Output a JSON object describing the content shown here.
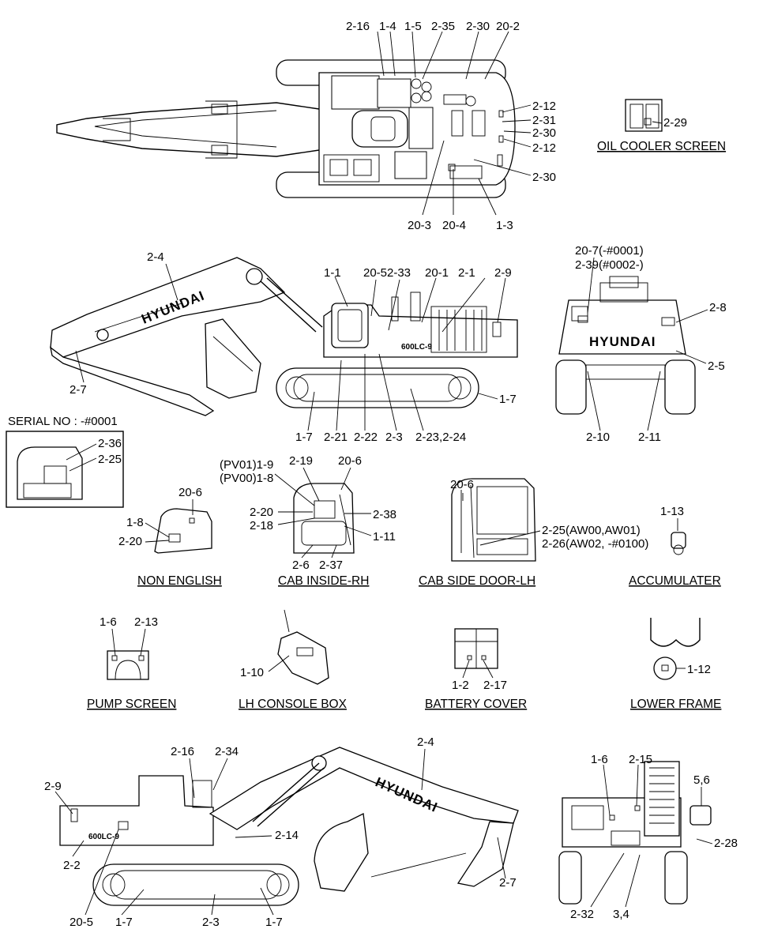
{
  "brand": "HYUNDAI",
  "model_badge": "600LC-9",
  "serial_box_title": "SERIAL NO : -#0001",
  "captions": {
    "oil_cooler": "OIL COOLER SCREEN",
    "non_english": "NON ENGLISH",
    "cab_inside": "CAB INSIDE-RH",
    "cab_door": "CAB SIDE DOOR-LH",
    "accumulator": "ACCUMULATER",
    "pump_screen": "PUMP SCREEN",
    "lh_console": "LH CONSOLE BOX",
    "battery_cover": "BATTERY COVER",
    "lower_frame": "LOWER FRAME"
  },
  "callouts": {
    "top": [
      "2-16",
      "1-4",
      "1-5",
      "2-35",
      "2-30",
      "20-2",
      "2-12",
      "2-31",
      "2-30",
      "2-12",
      "2-30",
      "20-3",
      "20-4",
      "1-3"
    ],
    "oil_cooler": [
      "2-29"
    ],
    "side_rh": [
      "2-4",
      "1-1",
      "20-5",
      "2-33",
      "20-1",
      "2-1",
      "2-9",
      "2-7",
      "1-7",
      "1-7",
      "2-21",
      "2-22",
      "2-3",
      "2-23,2-24"
    ],
    "rear": [
      "20-7(-#0001)",
      "2-39(#0002-)",
      "2-8",
      "2-5",
      "2-10",
      "2-11"
    ],
    "serial": [
      "2-36",
      "2-25"
    ],
    "non_english": [
      "20-6",
      "1-8",
      "2-20"
    ],
    "cab_inside": [
      "(PV01)1-9",
      "(PV00)1-8",
      "2-19",
      "20-6",
      "2-20",
      "2-18",
      "2-38",
      "1-11",
      "2-6",
      "2-37"
    ],
    "cab_door": [
      "20-6",
      "2-25(AW00,AW01)",
      "2-26(AW02, -#0100)"
    ],
    "accumulator": [
      "1-13"
    ],
    "pump_screen": [
      "1-6",
      "2-13"
    ],
    "lh_console": [
      "1-10"
    ],
    "battery_cover": [
      "1-2",
      "2-17"
    ],
    "lower_frame": [
      "1-12"
    ],
    "side_lh": [
      "2-16",
      "2-34",
      "2-4",
      "2-9",
      "2-14",
      "2-2",
      "2-7",
      "20-5",
      "1-7",
      "2-3",
      "1-7"
    ],
    "front": [
      "1-6",
      "2-15",
      "5,6",
      "2-28",
      "2-32",
      "3,4"
    ]
  }
}
